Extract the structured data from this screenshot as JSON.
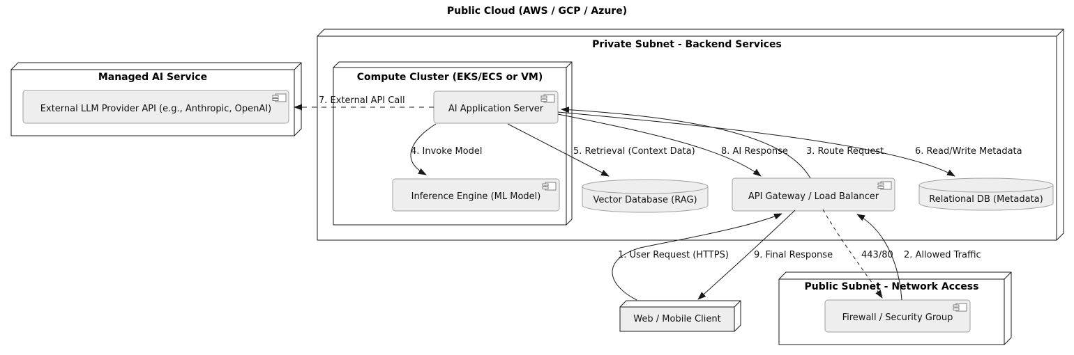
{
  "diagram": {
    "title": "Public Cloud (AWS / GCP / Azure)"
  },
  "containers": {
    "private_subnet": {
      "label": "Private Subnet - Backend Services"
    },
    "managed_ai": {
      "label": "Managed AI Service"
    },
    "compute_cluster": {
      "label": "Compute Cluster (EKS/ECS or VM)"
    },
    "public_subnet": {
      "label": "Public Subnet - Network Access"
    }
  },
  "nodes": {
    "external_llm": {
      "label": "External LLM Provider API (e.g., Anthropic, OpenAI)",
      "type": "component"
    },
    "ai_app_server": {
      "label": "AI Application Server",
      "type": "component"
    },
    "inference_engine": {
      "label": "Inference Engine (ML Model)",
      "type": "component"
    },
    "vector_db": {
      "label": "Vector Database (RAG)",
      "type": "database"
    },
    "api_gateway": {
      "label": "API Gateway / Load Balancer",
      "type": "component"
    },
    "relational_db": {
      "label": "Relational DB (Metadata)",
      "type": "database"
    },
    "web_client": {
      "label": "Web / Mobile Client",
      "type": "node"
    },
    "firewall": {
      "label": "Firewall / Security Group",
      "type": "component"
    }
  },
  "edges": [
    {
      "label": "1. User Request (HTTPS)",
      "from": "web_client",
      "to": "api_gateway",
      "style": "solid"
    },
    {
      "label": "2. Allowed Traffic",
      "from": "firewall",
      "to": "api_gateway",
      "style": "solid"
    },
    {
      "label": "3. Route Request",
      "from": "api_gateway",
      "to": "ai_app_server",
      "style": "solid"
    },
    {
      "label": "4. Invoke Model",
      "from": "ai_app_server",
      "to": "inference_engine",
      "style": "solid"
    },
    {
      "label": "5. Retrieval (Context Data)",
      "from": "ai_app_server",
      "to": "vector_db",
      "style": "solid"
    },
    {
      "label": "6. Read/Write Metadata",
      "from": "ai_app_server",
      "to": "relational_db",
      "style": "solid"
    },
    {
      "label": "7. External API Call",
      "from": "ai_app_server",
      "to": "external_llm",
      "style": "dashed"
    },
    {
      "label": "8. AI Response",
      "from": "ai_app_server",
      "to": "api_gateway",
      "style": "solid"
    },
    {
      "label": "9. Final Response",
      "from": "api_gateway",
      "to": "web_client",
      "style": "solid"
    },
    {
      "label": "443/80",
      "from": "api_gateway",
      "to": "firewall",
      "style": "dashed"
    }
  ],
  "icons": {
    "component": "component-icon"
  },
  "colors": {
    "background": "#ffffff",
    "node_border": "#181818",
    "node_fill": "#ffffff",
    "component_fill": "#eeeeee",
    "component_border": "#a0a0a0",
    "edge": "#181818",
    "text": "#121212"
  }
}
